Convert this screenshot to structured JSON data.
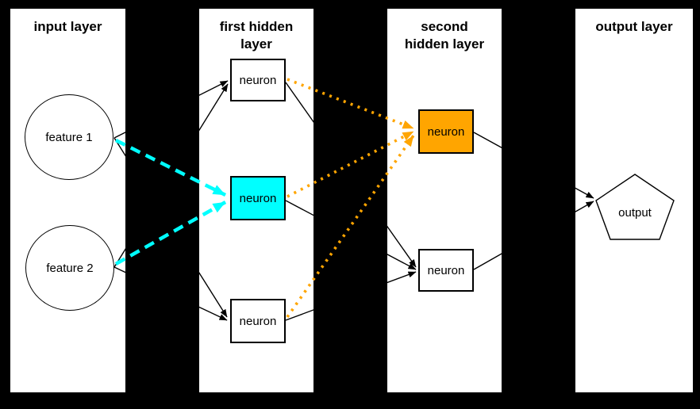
{
  "diagram": {
    "type": "neural-network-diagram",
    "background": "#000000",
    "panel_background": "#ffffff",
    "line_color": "#000000",
    "highlight_cyan": "#00ffff",
    "highlight_orange": "#ffa500"
  },
  "panels": [
    {
      "title": "input layer",
      "title_lines": [
        "input layer"
      ]
    },
    {
      "title": "first hidden layer",
      "title_lines": [
        "first hidden",
        "layer"
      ]
    },
    {
      "title": "second hidden layer",
      "title_lines": [
        "second",
        "hidden layer"
      ]
    },
    {
      "title": "output layer",
      "title_lines": [
        "output layer"
      ]
    }
  ],
  "nodes": {
    "input": [
      {
        "label": "feature 1",
        "shape": "circle",
        "fill": "#ffffff"
      },
      {
        "label": "feature 2",
        "shape": "circle",
        "fill": "#ffffff"
      }
    ],
    "first_hidden": [
      {
        "label": "neuron",
        "shape": "rect",
        "fill": "#ffffff"
      },
      {
        "label": "neuron",
        "shape": "rect",
        "fill": "#00ffff"
      },
      {
        "label": "neuron",
        "shape": "rect",
        "fill": "#ffffff"
      }
    ],
    "second_hidden": [
      {
        "label": "neuron",
        "shape": "rect",
        "fill": "#ffa500"
      },
      {
        "label": "neuron",
        "shape": "rect",
        "fill": "#ffffff"
      }
    ],
    "output": [
      {
        "label": "output",
        "shape": "pentagon",
        "fill": "#ffffff"
      }
    ]
  },
  "edges": [
    {
      "from": "feature 1",
      "to": "first hidden neuron 1",
      "style": "solid black arrow"
    },
    {
      "from": "feature 1",
      "to": "first hidden neuron 2",
      "style": "dashed cyan arrow"
    },
    {
      "from": "feature 1",
      "to": "first hidden neuron 3",
      "style": "solid black arrow"
    },
    {
      "from": "feature 2",
      "to": "first hidden neuron 1",
      "style": "solid black arrow"
    },
    {
      "from": "feature 2",
      "to": "first hidden neuron 2",
      "style": "dashed cyan arrow"
    },
    {
      "from": "feature 2",
      "to": "first hidden neuron 3",
      "style": "solid black arrow"
    },
    {
      "from": "first hidden neuron 1",
      "to": "second hidden neuron 1",
      "style": "dotted orange arrow"
    },
    {
      "from": "first hidden neuron 2",
      "to": "second hidden neuron 1",
      "style": "dotted orange arrow"
    },
    {
      "from": "first hidden neuron 3",
      "to": "second hidden neuron 1",
      "style": "dotted orange arrow"
    },
    {
      "from": "first hidden neuron 1",
      "to": "second hidden neuron 2",
      "style": "solid black arrow"
    },
    {
      "from": "first hidden neuron 2",
      "to": "second hidden neuron 2",
      "style": "solid black arrow"
    },
    {
      "from": "first hidden neuron 3",
      "to": "second hidden neuron 2",
      "style": "solid black arrow"
    },
    {
      "from": "second hidden neuron 1",
      "to": "output",
      "style": "solid black arrow"
    },
    {
      "from": "second hidden neuron 2",
      "to": "output",
      "style": "solid black arrow"
    }
  ]
}
